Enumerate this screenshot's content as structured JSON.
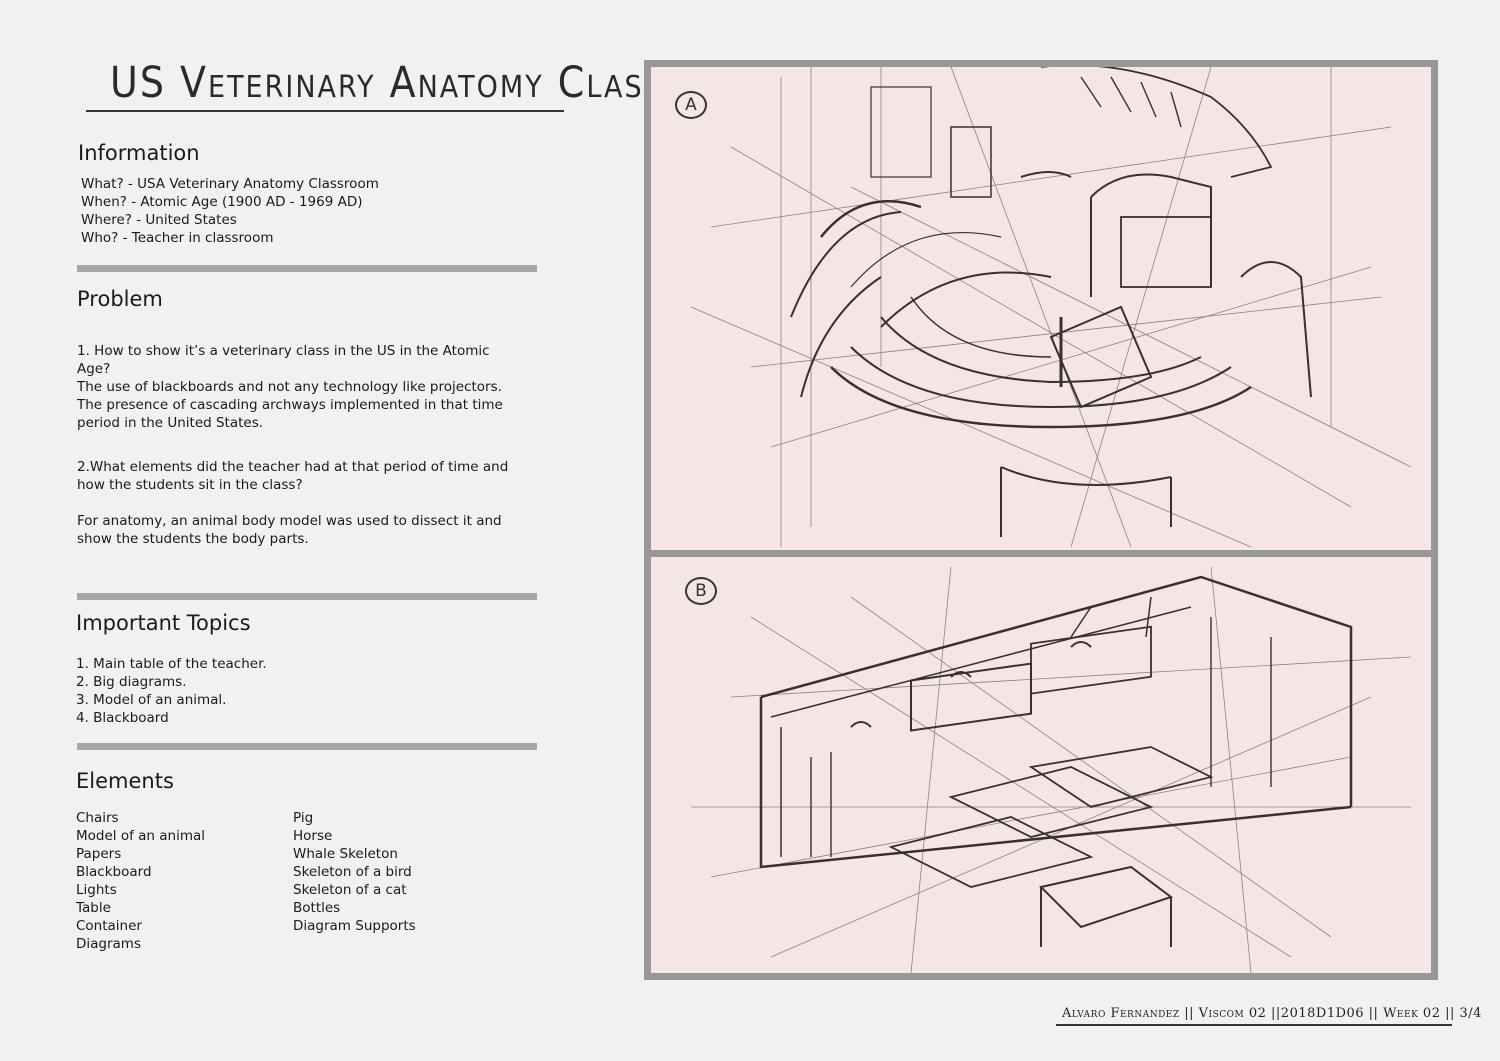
{
  "title": "US Veterinary Anatomy Class",
  "information": {
    "heading": "Information",
    "lines": [
      "What? - USA Veterinary Anatomy Classroom",
      "When? - Atomic Age (1900 AD - 1969 AD)",
      "Where? - United States",
      "Who? - Teacher in classroom"
    ]
  },
  "problem": {
    "heading": "Problem",
    "q1": "1. How to show it’s a veterinary class in the US in the Atomic Age?",
    "a1": "The use of blackboards and not any technology like projectors. The presence of cascading archways implemented in that time period in the United States.",
    "q2": "2.What elements did the teacher had at that period of time and how the students sit in the class?",
    "a2": "For anatomy, an animal body model was used to dissect it and show the students the body parts."
  },
  "topics": {
    "heading": "Important Topics",
    "items": [
      "1. Main table of the teacher.",
      "2. Big diagrams.",
      "3. Model of an animal.",
      "4. Blackboard"
    ]
  },
  "elements": {
    "heading": "Elements",
    "col1": [
      "Chairs",
      "Model of an animal",
      "Papers",
      "Blackboard",
      "Lights",
      "Table",
      "Container",
      "Diagrams"
    ],
    "col2": [
      "Pig",
      "Horse",
      "Whale Skeleton",
      "Skeleton of a bird",
      "Skeleton of a cat",
      "Bottles",
      "Diagram Supports"
    ]
  },
  "panels": {
    "a_label": "A",
    "b_label": "B"
  },
  "signature": "Alvaro Fernandez || Viscom 02 ||2018D1D06 || Week 02 || 3/4",
  "colors": {
    "panel_fill": "#f5e6e6",
    "panel_border": "#979797",
    "divider": "#a7a7a7"
  }
}
